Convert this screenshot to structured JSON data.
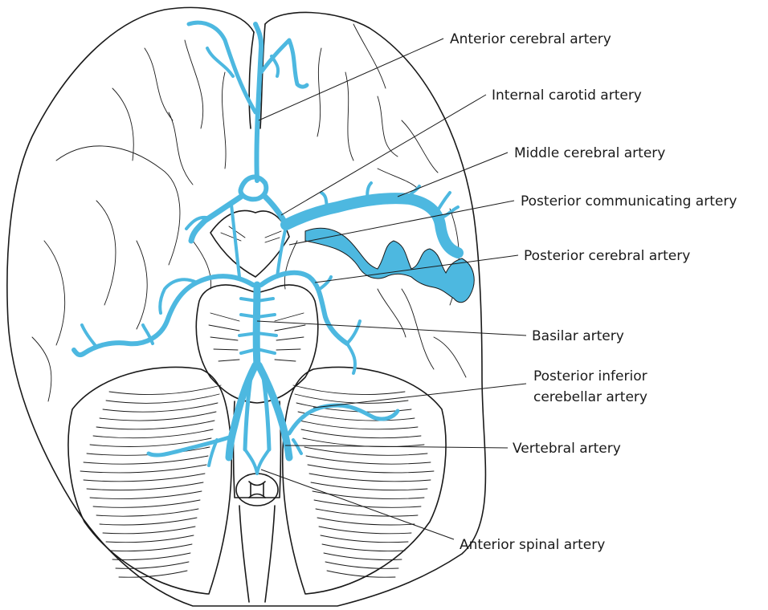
{
  "colors": {
    "artery": "#4db8e0",
    "outline": "#1a1a1a",
    "background": "#ffffff"
  },
  "labels": {
    "anterior_cerebral": "Anterior cerebral artery",
    "internal_carotid": "Internal carotid artery",
    "middle_cerebral": "Middle cerebral artery",
    "posterior_communicating": "Posterior communicating artery",
    "posterior_cerebral": "Posterior cerebral artery",
    "basilar": "Basilar artery",
    "pica_line1": "Posterior inferior",
    "pica_line2": "cerebellar artery",
    "vertebral": "Vertebral artery",
    "anterior_spinal": "Anterior spinal artery"
  }
}
